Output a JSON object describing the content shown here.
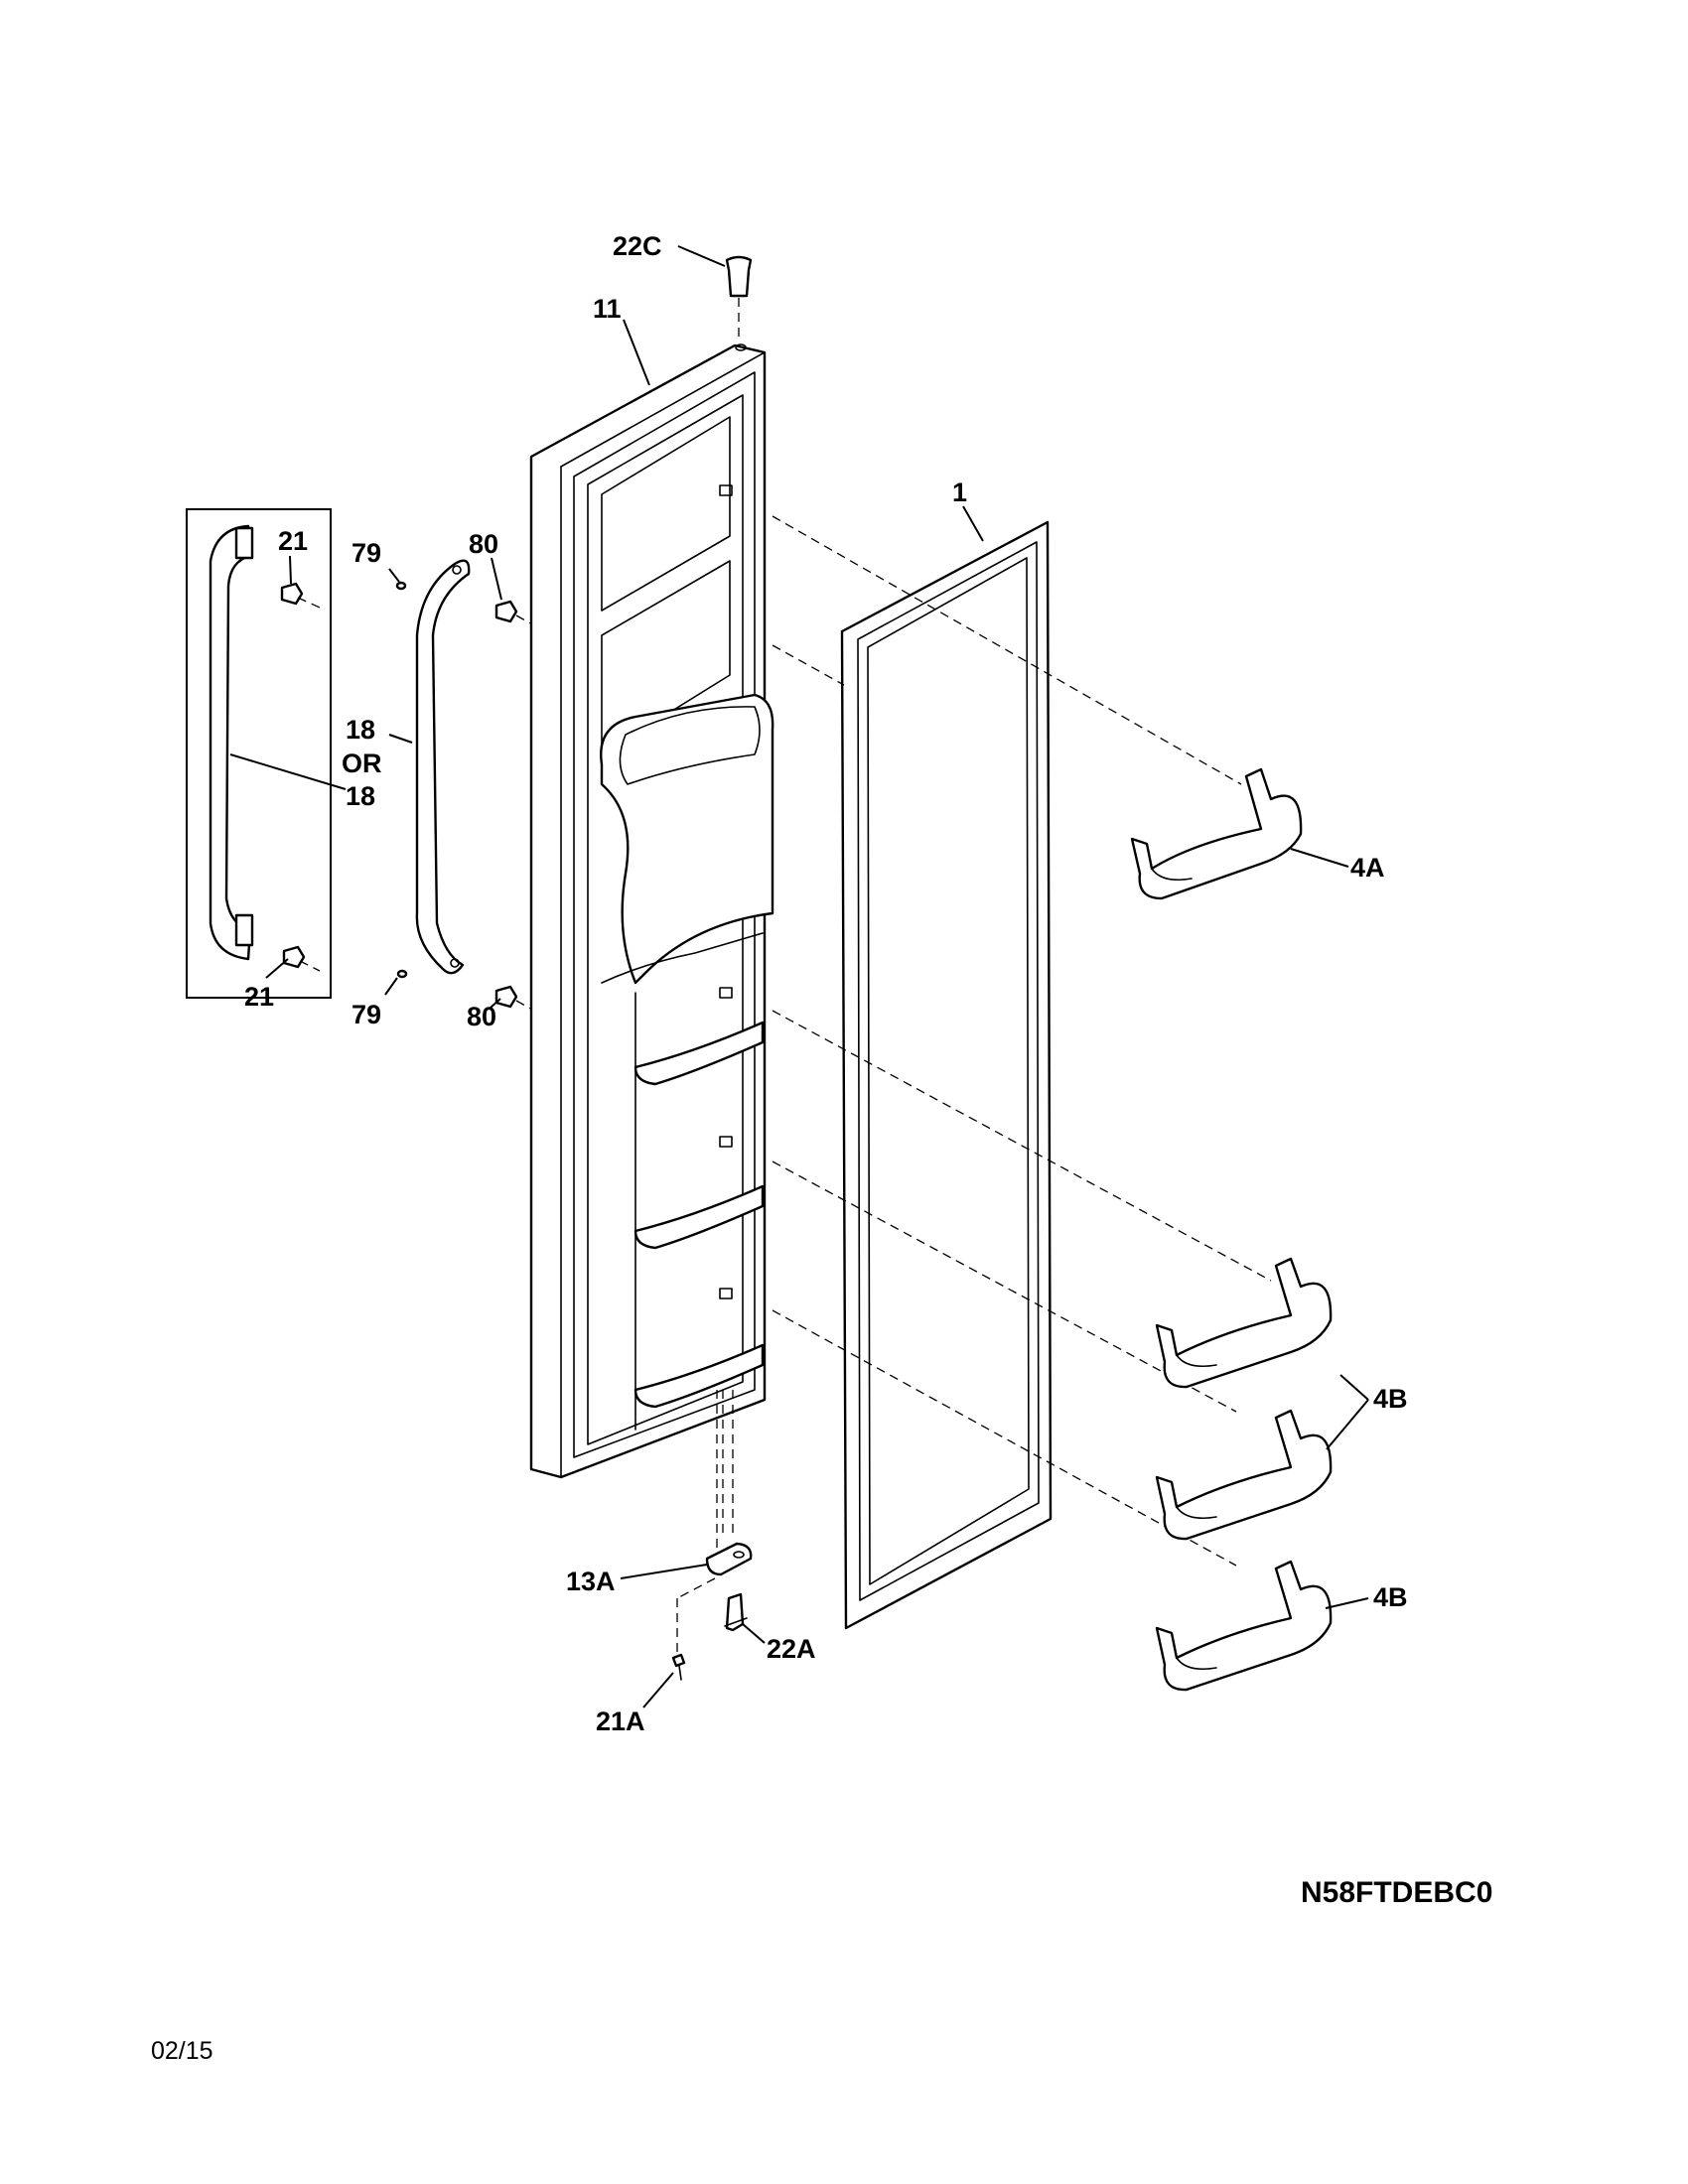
{
  "callouts": [
    {
      "id": "lbl-22c",
      "text": "22C"
    },
    {
      "id": "lbl-11",
      "text": "11"
    },
    {
      "id": "lbl-1",
      "text": "1"
    },
    {
      "id": "lbl-21-top",
      "text": "21"
    },
    {
      "id": "lbl-79-top",
      "text": "79"
    },
    {
      "id": "lbl-80-top",
      "text": "80"
    },
    {
      "id": "lbl-18-a",
      "text": "18"
    },
    {
      "id": "lbl-or",
      "text": "OR"
    },
    {
      "id": "lbl-18-b",
      "text": "18"
    },
    {
      "id": "lbl-21-bottom",
      "text": "21"
    },
    {
      "id": "lbl-79-bottom",
      "text": "79"
    },
    {
      "id": "lbl-80-bottom",
      "text": "80"
    },
    {
      "id": "lbl-4a",
      "text": "4A"
    },
    {
      "id": "lbl-4b-pair",
      "text": "4B"
    },
    {
      "id": "lbl-4b-single",
      "text": "4B"
    },
    {
      "id": "lbl-13a",
      "text": "13A"
    },
    {
      "id": "lbl-22a",
      "text": "22A"
    },
    {
      "id": "lbl-21a",
      "text": "21A"
    }
  ],
  "footer": {
    "model_code": "N58FTDEBC0",
    "date": "02/15"
  }
}
